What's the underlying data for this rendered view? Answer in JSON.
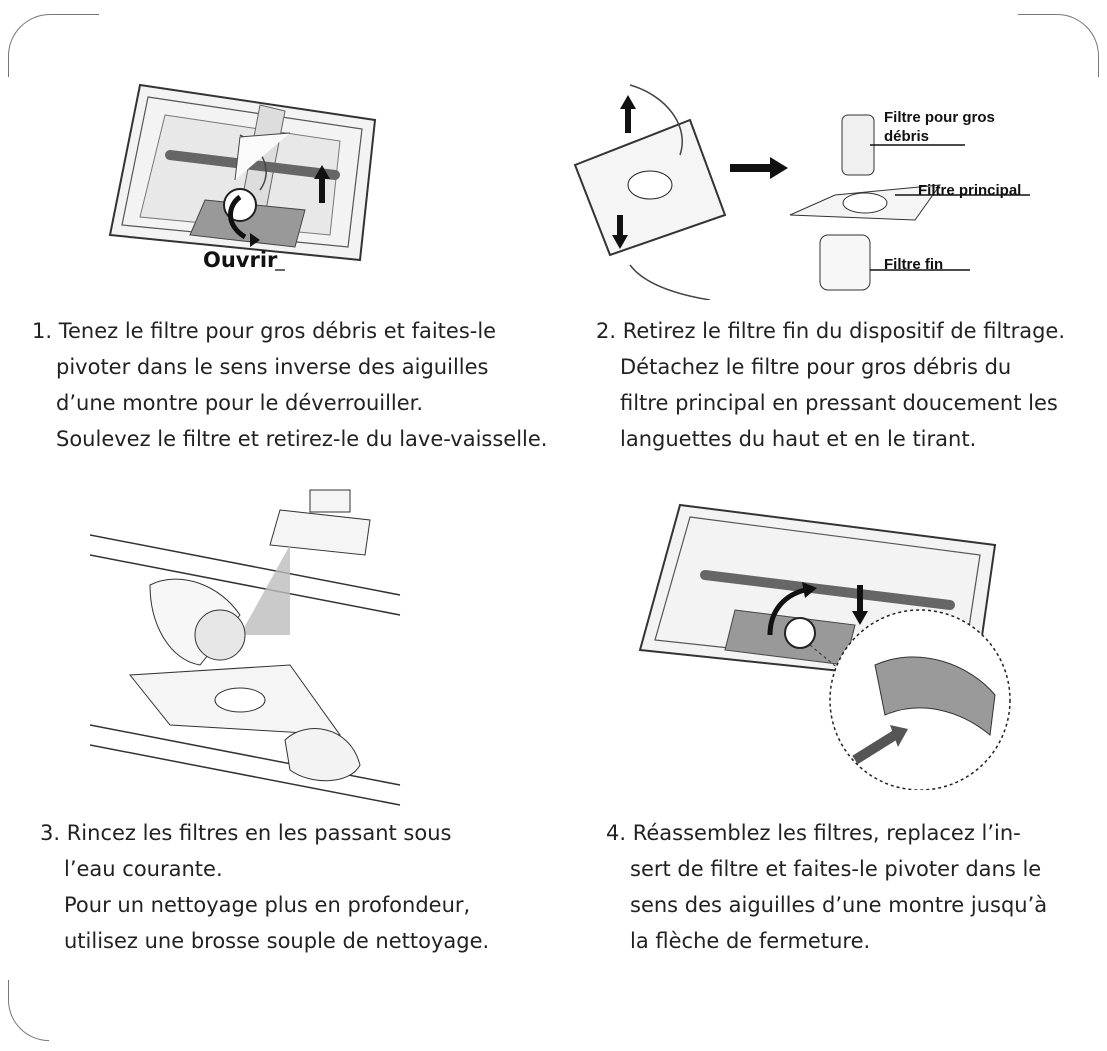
{
  "illustration1": {
    "label_open": "Ouvrir"
  },
  "illustration2": {
    "label_coarse": "Filtre pour gros",
    "label_coarse_2": "débris",
    "label_main": "Filtre principal",
    "label_fine": "Filtre fin"
  },
  "steps": [
    {
      "lines": [
        "1. Tenez le filtre pour gros débris et faites-le",
        "pivoter dans le sens inverse des aiguilles",
        "d’une montre pour le déverrouiller.",
        "Soulevez le filtre et retirez-le du lave-vaisselle."
      ]
    },
    {
      "lines": [
        "2. Retirez le filtre fin du dispositif de filtrage.",
        "Détachez le filtre pour gros débris du",
        "filtre principal en pressant doucement les",
        "languettes du haut et en le tirant."
      ]
    },
    {
      "lines": [
        "3. Rincez les filtres en les passant sous",
        "l’eau courante.",
        "Pour un nettoyage plus en profondeur,",
        "utilisez une brosse souple de nettoyage."
      ]
    },
    {
      "lines": [
        "4. Réassemblez les filtres, replacez l’in-",
        "sert de filtre et faites-le pivoter dans le",
        "sens des aiguilles d’une montre jusqu’à",
        "la flèche de fermeture."
      ]
    }
  ]
}
